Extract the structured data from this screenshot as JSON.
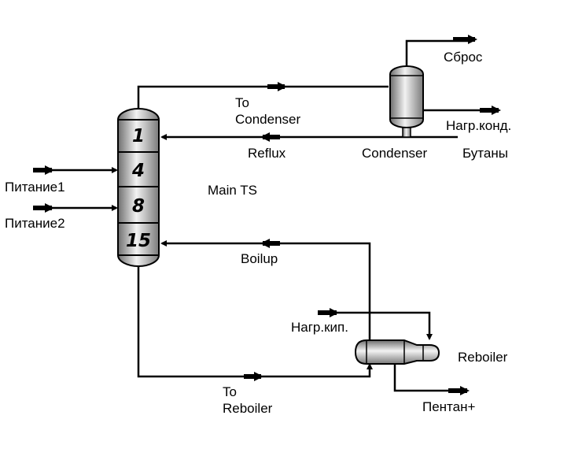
{
  "colors": {
    "line": "#000000",
    "equipment_dark": "#6e6e6e",
    "equipment_light": "#f2f2f2"
  },
  "column": {
    "name": "Main TS",
    "stages": [
      "1",
      "4",
      "8",
      "15"
    ]
  },
  "condenser": {
    "name": "Condenser",
    "streams": {
      "vent": "Сброс",
      "duty": "Нагр.конд.",
      "distillate": "Бутаны"
    }
  },
  "reboiler": {
    "name": "Reboiler",
    "streams": {
      "duty": "Нагр.кип.",
      "bottoms": "Пентан+"
    }
  },
  "streams": {
    "feed1": "Питание1",
    "feed2": "Питание2",
    "to_condenser": [
      "To",
      "Condenser"
    ],
    "reflux": "Reflux",
    "boilup": "Boilup",
    "to_reboiler": [
      "To",
      "Reboiler"
    ]
  }
}
